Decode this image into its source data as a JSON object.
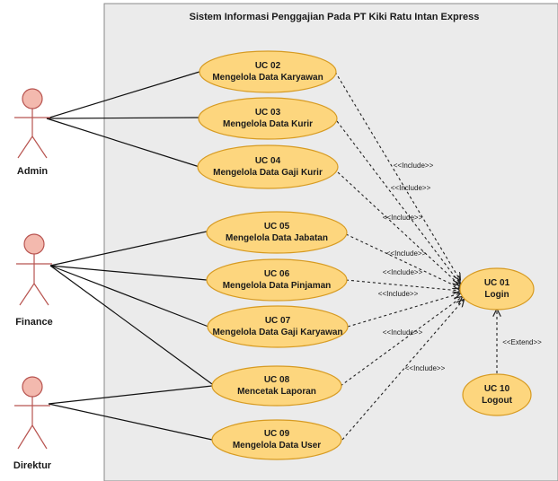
{
  "system": {
    "title": "Sistem Informasi Penggajian Pada PT Kiki Ratu Intan Express"
  },
  "actors": {
    "admin": "Admin",
    "finance": "Finance",
    "direktur": "Direktur"
  },
  "use_cases": {
    "uc02": {
      "id": "UC 02",
      "name": "Mengelola Data Karyawan"
    },
    "uc03": {
      "id": "UC 03",
      "name": "Mengelola Data Kurir"
    },
    "uc04": {
      "id": "UC 04",
      "name": "Mengelola Data Gaji Kurir"
    },
    "uc05": {
      "id": "UC 05",
      "name": "Mengelola Data Jabatan"
    },
    "uc06": {
      "id": "UC 06",
      "name": "Mengelola Data Pinjaman"
    },
    "uc07": {
      "id": "UC 07",
      "name": "Mengelola Data Gaji Karyawan"
    },
    "uc08": {
      "id": "UC 08",
      "name": "Mencetak Laporan"
    },
    "uc09": {
      "id": "UC 09",
      "name": "Mengelola Data User"
    },
    "uc01": {
      "id": "UC 01",
      "name": "Login"
    },
    "uc10": {
      "id": "UC 10",
      "name": "Logout"
    }
  },
  "relations": {
    "include": "<<Include>>",
    "extend": "<<Extend>>"
  },
  "colors": {
    "boundary_fill": "#ebebeb",
    "usecase_fill": "#fdd67e",
    "usecase_stroke": "#d79b22",
    "actor_fill": "#f3b9ae",
    "actor_stroke": "#b85450"
  }
}
